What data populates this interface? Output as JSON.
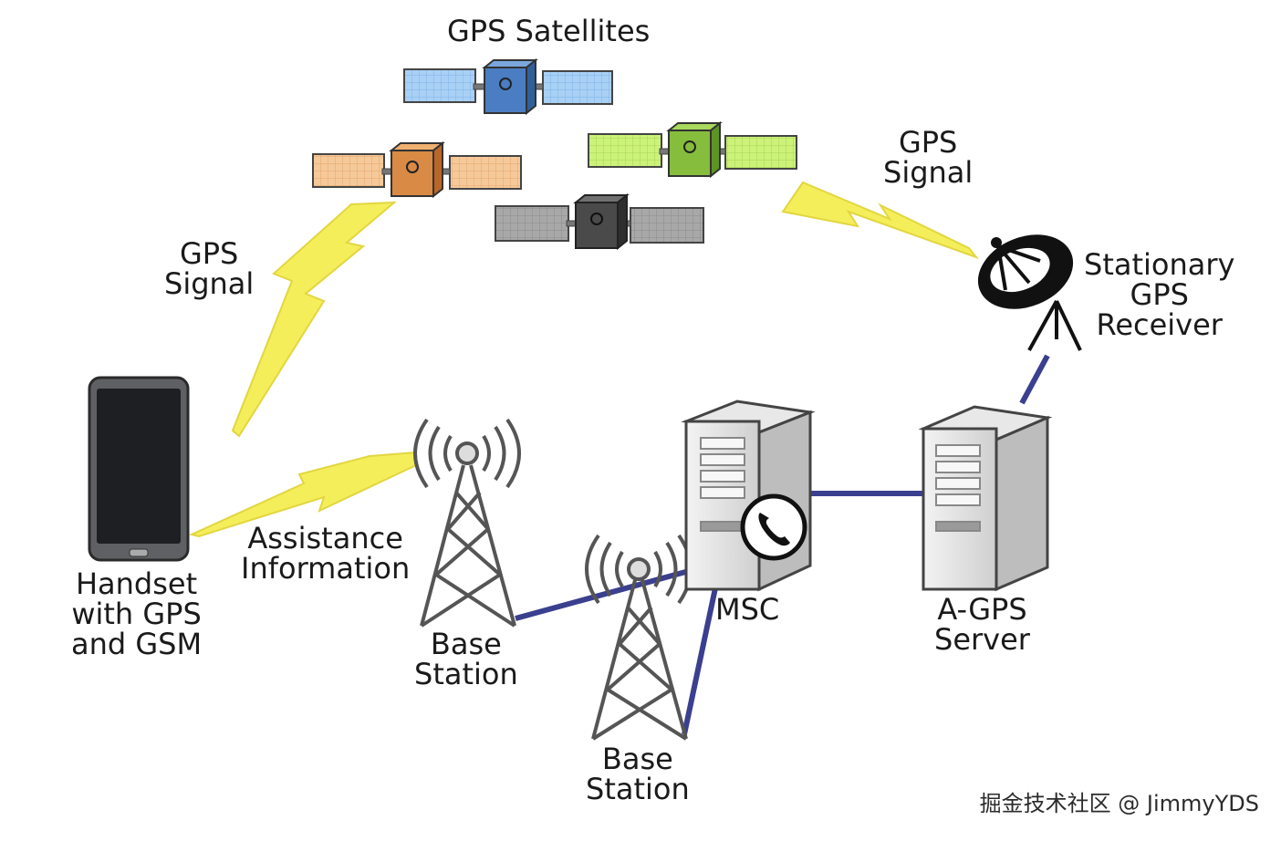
{
  "title": "GPS Satellites",
  "labels": {
    "gps_signal_left": [
      "GPS",
      "Signal"
    ],
    "gps_signal_right": [
      "GPS",
      "Signal"
    ],
    "stationary_receiver": [
      "Stationary",
      "GPS",
      "Receiver"
    ],
    "assistance": [
      "Assistance",
      "Information"
    ],
    "handset": [
      "Handset",
      "with GPS",
      "and GSM"
    ],
    "base_station_1": [
      "Base",
      "Station"
    ],
    "base_station_2": [
      "Base",
      "Station"
    ],
    "msc": "MSC",
    "agps_server": [
      "A-GPS",
      "Server"
    ]
  },
  "watermark": "掘金技术社区 @ JimmyYDS",
  "colors": {
    "satellite_blue": "#5b8fd0",
    "satellite_orange": "#e09a52",
    "satellite_green": "#8cc63f",
    "satellite_gray": "#4a4a4a",
    "signal_bolt": "#f4ee5a",
    "link_line": "#3b3f8f"
  },
  "icons": [
    "satellite-icon",
    "lightning-bolt-icon",
    "phone-icon",
    "cell-tower-icon",
    "server-icon",
    "satellite-dish-icon"
  ]
}
